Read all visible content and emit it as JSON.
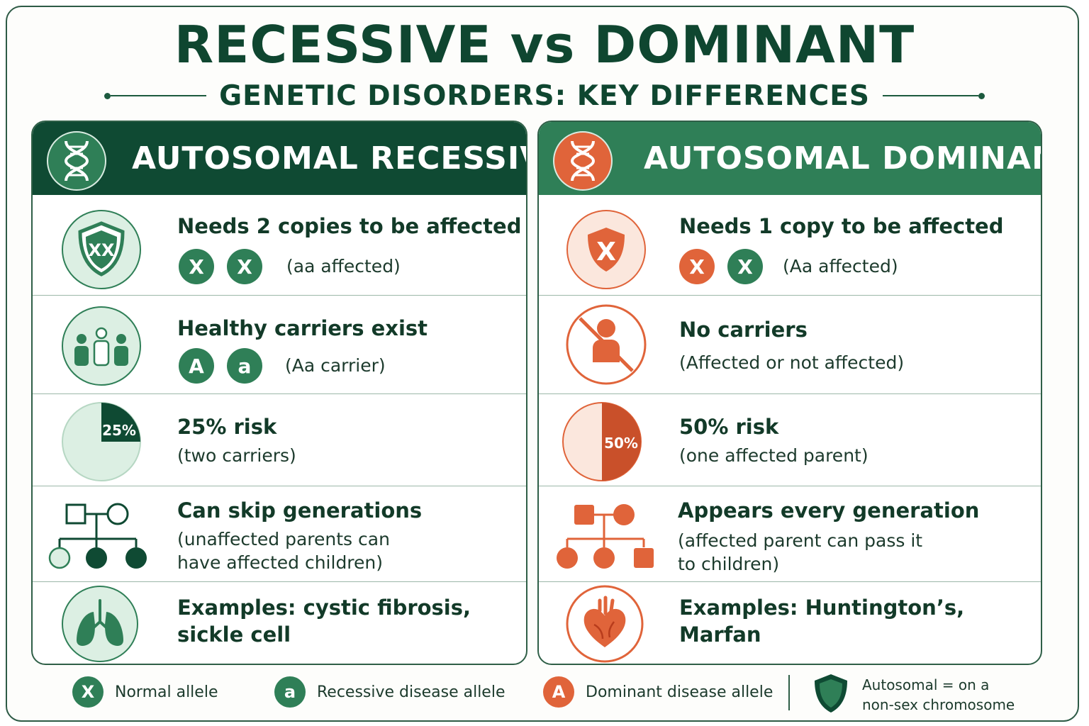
{
  "title": "RECESSIVE vs DOMINANT",
  "subtitle": "GENETIC DISORDERS: KEY DIFFERENCES",
  "colors": {
    "dark_green": "#0f4a33",
    "green": "#2f7f57",
    "orange": "#e0643a",
    "pale_green": "#dcefe3",
    "pale_orange": "#fbe7dd"
  },
  "recessive": {
    "header": "AUTOSOMAL RECESSIVE",
    "header_icon": "dna-icon",
    "rows": [
      {
        "icon": "shield-xx-icon",
        "icon_label": "XX",
        "title": "Needs 2 copies to be affected",
        "alleles": [
          "X",
          "X"
        ],
        "note": "(aa affected)"
      },
      {
        "icon": "carrier-family-icon",
        "title": "Healthy carriers exist",
        "alleles": [
          "A",
          "a"
        ],
        "note": "(Aa carrier)"
      },
      {
        "icon": "risk-pie-icon",
        "icon_label": "25%",
        "risk": 0.25,
        "title": "25% risk",
        "note": "(two carriers)"
      },
      {
        "icon": "pedigree-icon",
        "title": "Can skip generations",
        "note_lines": [
          "(unaffected parents can",
          "have affected children)"
        ]
      },
      {
        "icon": "lungs-icon",
        "title_lines": [
          "Examples: cystic fibrosis,",
          "sickle cell"
        ]
      }
    ]
  },
  "dominant": {
    "header": "AUTOSOMAL DOMINANT",
    "header_icon": "dna-icon",
    "rows": [
      {
        "icon": "shield-x-icon",
        "icon_label": "X",
        "title": "Needs 1 copy to be affected",
        "alleles": [
          "X",
          "X"
        ],
        "note": "(Aa affected)"
      },
      {
        "icon": "no-carrier-icon",
        "title": "No carriers",
        "note": "(Affected or not affected)"
      },
      {
        "icon": "risk-pie-icon",
        "icon_label": "50%",
        "risk": 0.5,
        "title": "50% risk",
        "note": "(one affected parent)"
      },
      {
        "icon": "pedigree-icon",
        "title": "Appears every generation",
        "note_lines": [
          "(affected parent can pass it",
          "to children)"
        ]
      },
      {
        "icon": "heart-icon",
        "title_lines": [
          "Examples: Huntington’s,",
          "Marfan"
        ]
      }
    ]
  },
  "legend": {
    "items": [
      {
        "badge": "X",
        "label": "Normal allele",
        "color": "#2f7f57"
      },
      {
        "badge": "a",
        "label": "Recessive disease allele",
        "color": "#2f7f57"
      },
      {
        "badge": "A",
        "label": "Dominant disease allele",
        "color": "#e0643a"
      }
    ],
    "note_icon": "shield-icon",
    "note_lines": [
      "Autosomal = on a",
      "non-sex chromosome"
    ]
  }
}
